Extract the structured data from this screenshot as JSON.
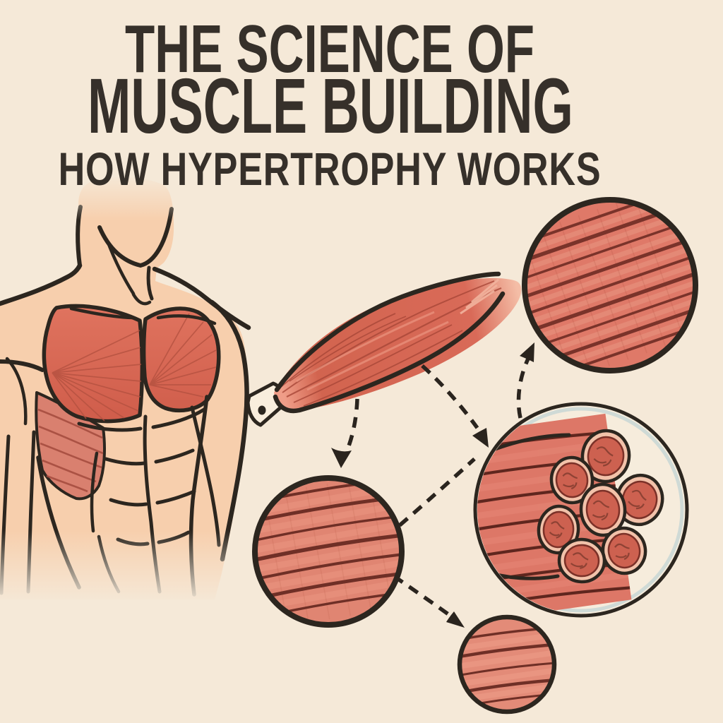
{
  "header": {
    "title_line_1": "THE SCIENCE OF",
    "title_line_2": "MUSCLE BUILDING",
    "subtitle": "HOW HYPERTROPHY WORKS"
  },
  "palette": {
    "background": "#f5e9d8",
    "title_text": "#36302a",
    "outline": "#2c261f",
    "skin": "#f7cfad",
    "muscle_red": "#d96a58",
    "muscle_shadow": "#b2503f",
    "muscle_highlight": "#ef9d88",
    "stripe_fill": "#df7968",
    "stripe_dark": "#7a332a",
    "stripe_light": "#ec9d88",
    "fiber_circle_fill": "#e08572",
    "fiber_stripe_dark": "#6f2f26",
    "fascicle_fill": "#cd6150",
    "fascicle_rim": "#f2c2aa",
    "fascicle_detail": "#8e4234",
    "tube_fill": "#dd7767",
    "tube_line": "#5f261e",
    "ring_accent": "#cbd8d5",
    "tendon": "#f9eedd",
    "serratus": "#d9806f",
    "arrow": "#2a241e"
  }
}
